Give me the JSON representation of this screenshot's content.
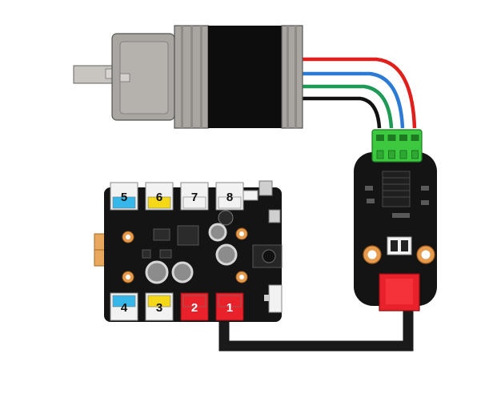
{
  "figure": {
    "description_visible_text": "",
    "colors": {
      "background": "#ffffff",
      "motor_body": "#a9a5a0",
      "motor_core": "#0d0d0d",
      "wire_red": "#e0201c",
      "wire_blue": "#2b7bd4",
      "wire_green": "#1f9a55",
      "wire_black": "#111111",
      "terminal_green": "#3cc940",
      "board_black": "#141414",
      "port_red": "#e8212a",
      "port_yellow": "#f5d817",
      "port_blue": "#35b7ea",
      "port_white": "#f2f2f2",
      "header_orange": "#e9a85d",
      "cable_black": "#1a1a1a"
    }
  },
  "controller": {
    "top_ports": [
      {
        "label": "5",
        "color": "#35b7ea"
      },
      {
        "label": "6",
        "color": "#f5d817"
      },
      {
        "label": "7",
        "color": "#f2f2f2"
      },
      {
        "label": "8",
        "color": "#f2f2f2"
      }
    ],
    "bottom_ports": [
      {
        "label": "4",
        "color": "#35b7ea"
      },
      {
        "label": "3",
        "color": "#f5d817"
      },
      {
        "label": "2",
        "color": "#e8212a"
      },
      {
        "label": "1",
        "color": "#e8212a"
      }
    ]
  },
  "driver": {
    "terminal_pins": 4
  }
}
